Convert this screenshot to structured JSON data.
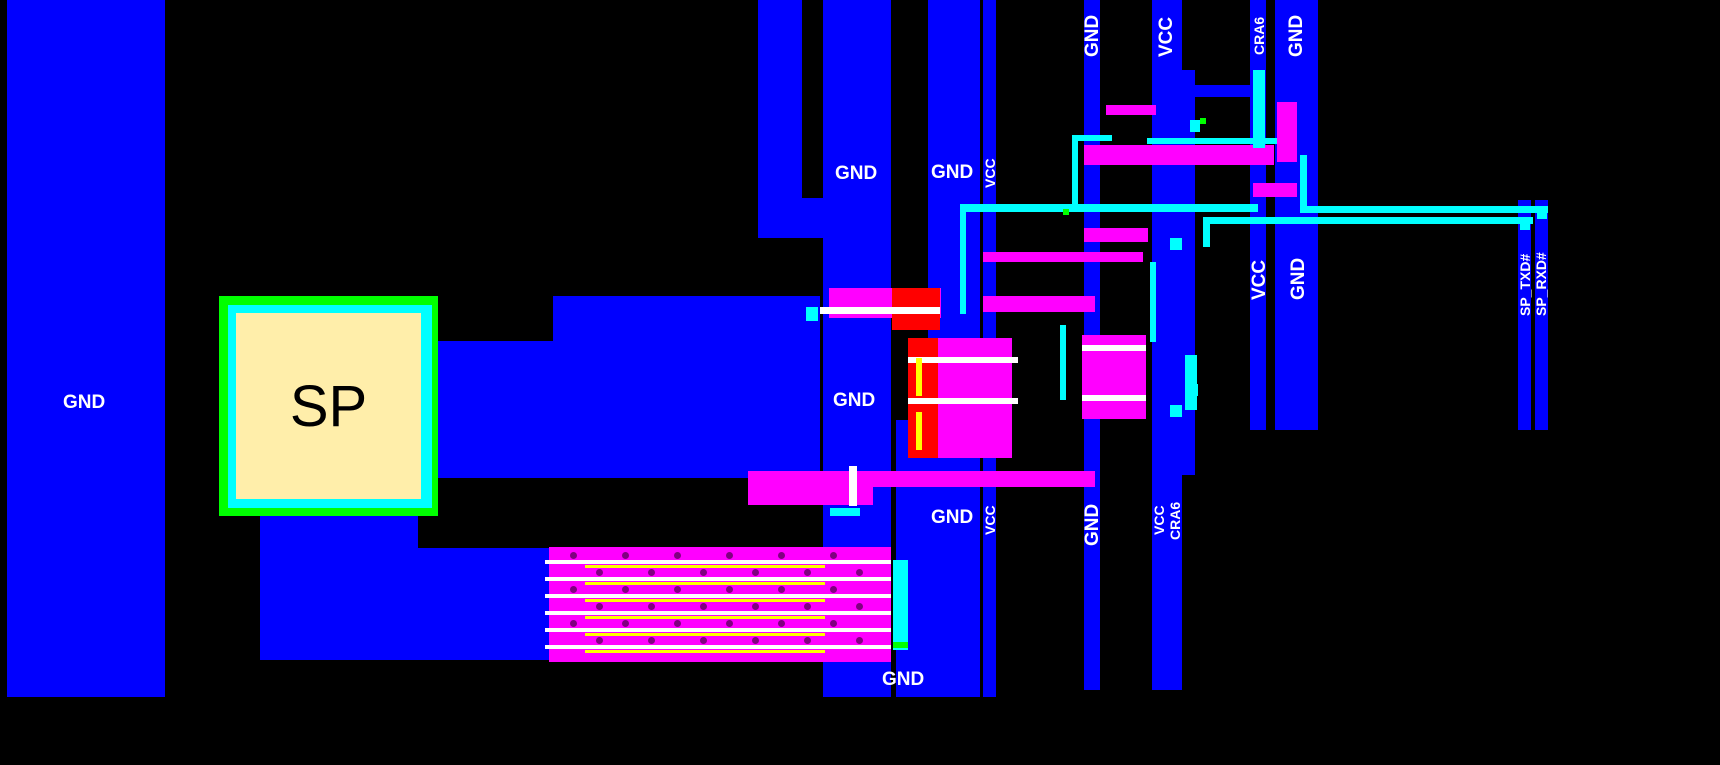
{
  "pad": {
    "label": "SP"
  },
  "nets": {
    "gnd_left": "GND",
    "gnd_top_a": "GND",
    "gnd_top_b": "GND",
    "vcc_a": "VCC",
    "gnd_v1": "GND",
    "vcc_v1": "VCC",
    "cra6_top": "CRA6",
    "gnd_v2": "GND",
    "vcc_v2": "VCC",
    "gnd_v3": "GND",
    "sp_txd": "SP_TXD#",
    "sp_rxd": "SP_RXD#",
    "gnd_mid": "GND",
    "gnd_low": "GND",
    "vcc_low": "VCC",
    "gnd_v4": "GND",
    "vcc_low2": "VCC",
    "cra6_low": "CRA6",
    "gnd_bottom": "GND"
  },
  "colors": {
    "metal1": "#0000ff",
    "poly": "#ff00ff",
    "diffusion": "#ff0000",
    "metal2": "#00ffff",
    "via": "#00ff00",
    "pad": "#ffeeaa",
    "contact": "#800080"
  }
}
